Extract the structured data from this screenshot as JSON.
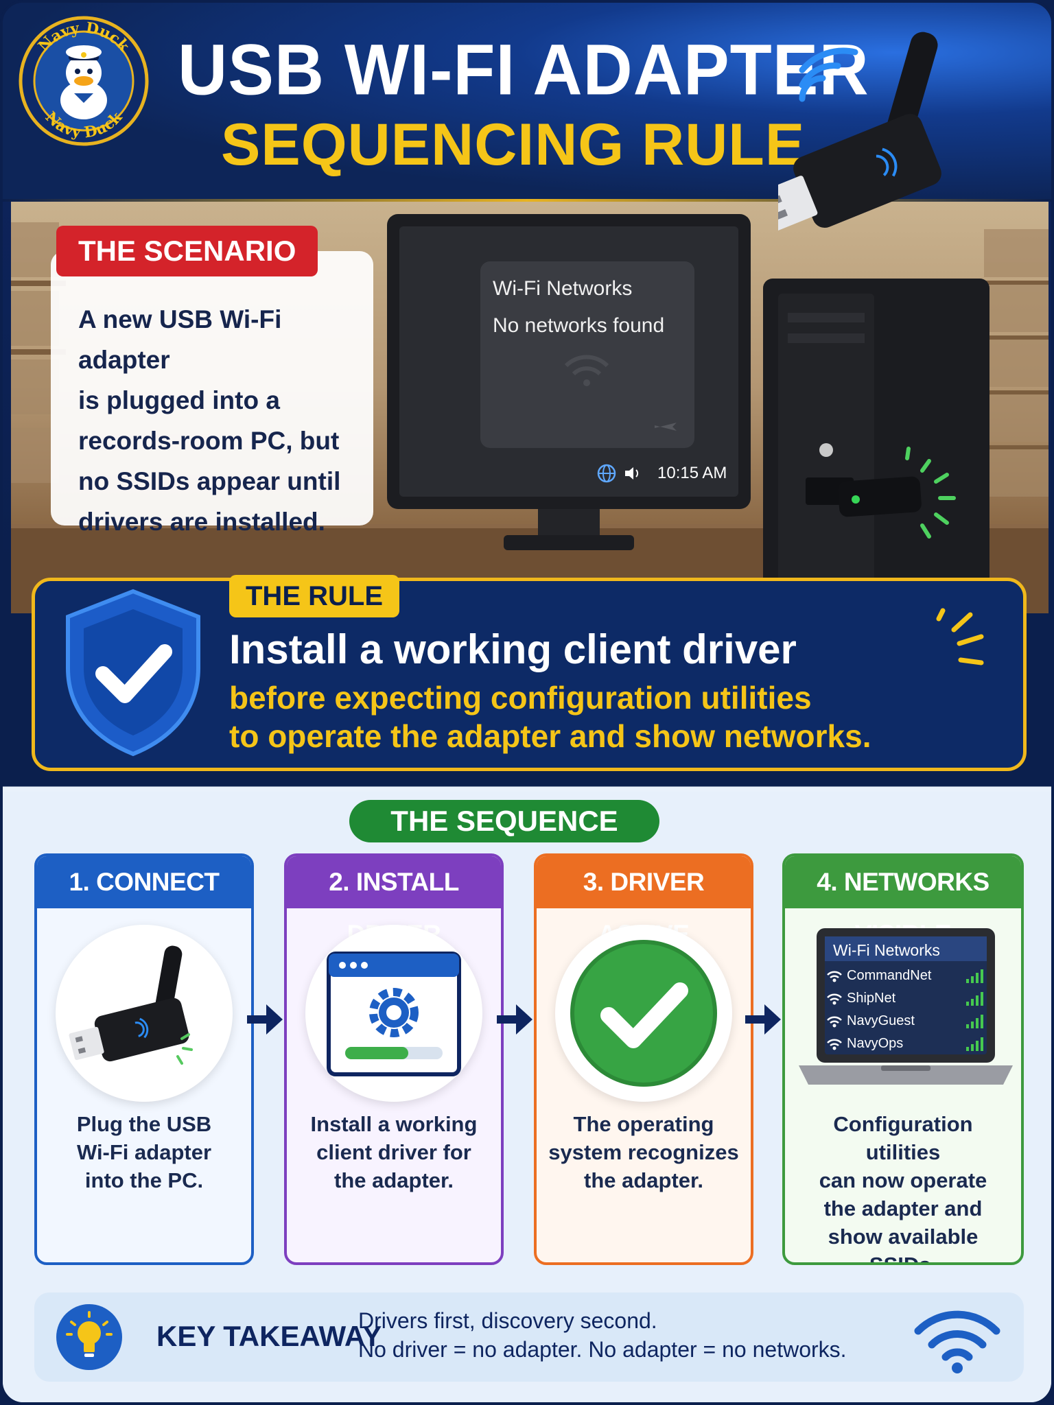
{
  "header": {
    "logo_text": "Navy Duck",
    "title_line1": "USB WI-FI ADAPTER",
    "title_line2": "SEQUENCING RULE"
  },
  "scenario": {
    "tag": "THE SCENARIO",
    "lines": [
      "A new USB Wi-Fi adapter",
      "is plugged into a",
      "records-room PC, but",
      "no SSIDs appear until",
      "drivers are installed."
    ]
  },
  "monitor": {
    "panel_title": "Wi-Fi Networks",
    "panel_message": "No networks found",
    "time": "10:15 AM"
  },
  "rule": {
    "tag": "THE RULE",
    "main": "Install a working client driver",
    "sub_line1": "before expecting configuration utilities",
    "sub_line2": "to operate the adapter and show networks."
  },
  "sequence": {
    "tag": "THE SEQUENCE",
    "steps": [
      {
        "title": "1. CONNECT",
        "lines": [
          "Plug the USB",
          "Wi-Fi adapter",
          "into the PC."
        ],
        "color": "#1d5fc4"
      },
      {
        "title": "2. INSTALL DRIVER",
        "lines": [
          "Install a working",
          "client driver for",
          "the adapter."
        ],
        "color": "#7d3fbf"
      },
      {
        "title": "3. DRIVER ACTIVE",
        "lines": [
          "The operating",
          "system recognizes",
          "the adapter."
        ],
        "color": "#ec6e22"
      },
      {
        "title": "4. NETWORKS VISIBLE",
        "lines": [
          "Configuration utilities",
          "can now operate",
          "the adapter and",
          "show available",
          "SSIDs."
        ],
        "color": "#3d9a3e"
      }
    ],
    "networks_panel": {
      "title": "Wi-Fi Networks",
      "networks": [
        "CommandNet",
        "ShipNet",
        "NavyGuest",
        "NavyOps"
      ]
    }
  },
  "takeaway": {
    "label": "KEY TAKEAWAY",
    "line1": "Drivers first, discovery second.",
    "line2": "No driver = no adapter. No adapter = no networks."
  },
  "icons": {
    "logo": "duck-sailor-logo-icon",
    "header_wifi": "wifi-waves-icon",
    "dongle": "usb-wifi-dongle-icon",
    "shield": "shield-check-icon",
    "gear": "gear-window-icon",
    "check": "check-circle-icon",
    "laptop": "laptop-icon",
    "bulb": "lightbulb-icon",
    "takeaway_wifi": "wifi-icon"
  },
  "colors": {
    "navy": "#0b1f4d",
    "gold": "#f5c518",
    "red": "#d4232a",
    "green": "#1f8a34"
  }
}
